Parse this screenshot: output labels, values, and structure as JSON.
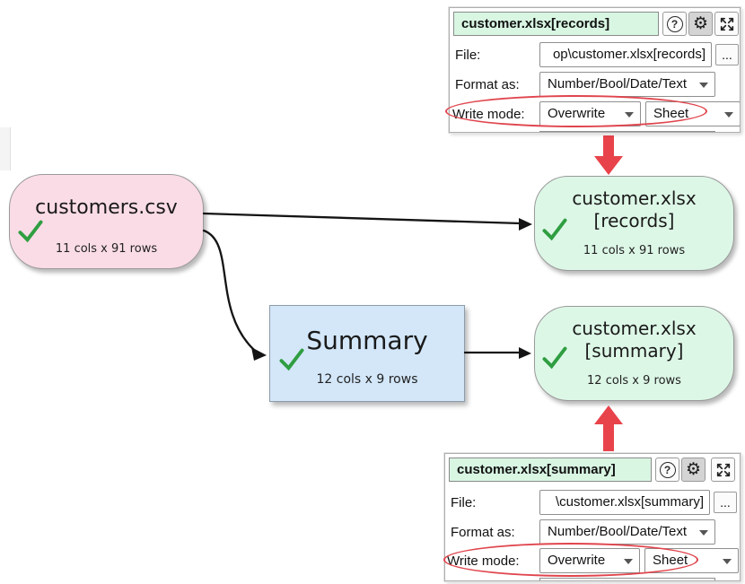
{
  "colors": {
    "node_pink": "#fadce6",
    "node_green": "#ddf7e7",
    "node_blue": "#d3e7f9",
    "panel_title_green": "#d9f6e3",
    "annotation_red": "#e8434b",
    "check_green": "#2f9e41",
    "connector_black": "#141414"
  },
  "icons": {
    "help": "?",
    "gear": "⚙"
  },
  "nodes": {
    "source": {
      "title": "customers.csv",
      "stats": "11 cols x 91 rows"
    },
    "records_output": {
      "title_line1": "customer.xlsx",
      "title_line2": "[records]",
      "stats": "11 cols x 91 rows"
    },
    "summary_transform": {
      "title": "Summary",
      "stats": "12 cols x 9 rows"
    },
    "summary_output": {
      "title_line1": "customer.xlsx",
      "title_line2": "[summary]",
      "stats": "12 cols x 9 rows"
    }
  },
  "panels": {
    "records": {
      "title": "customer.xlsx[records]",
      "file_label": "File:",
      "file_value": "op\\customer.xlsx[records]",
      "browse_label": "...",
      "format_label": "Format as:",
      "format_value": "Number/Bool/Date/Text",
      "write_mode_label": "Write mode:",
      "write_mode_value": "Overwrite",
      "write_target_value": "Sheet"
    },
    "summary": {
      "title": "customer.xlsx[summary]",
      "file_label": "File:",
      "file_value": "\\customer.xlsx[summary]",
      "browse_label": "...",
      "format_label": "Format as:",
      "format_value": "Number/Bool/Date/Text",
      "write_mode_label": "Write mode:",
      "write_mode_value": "Overwrite",
      "write_target_value": "Sheet"
    }
  }
}
